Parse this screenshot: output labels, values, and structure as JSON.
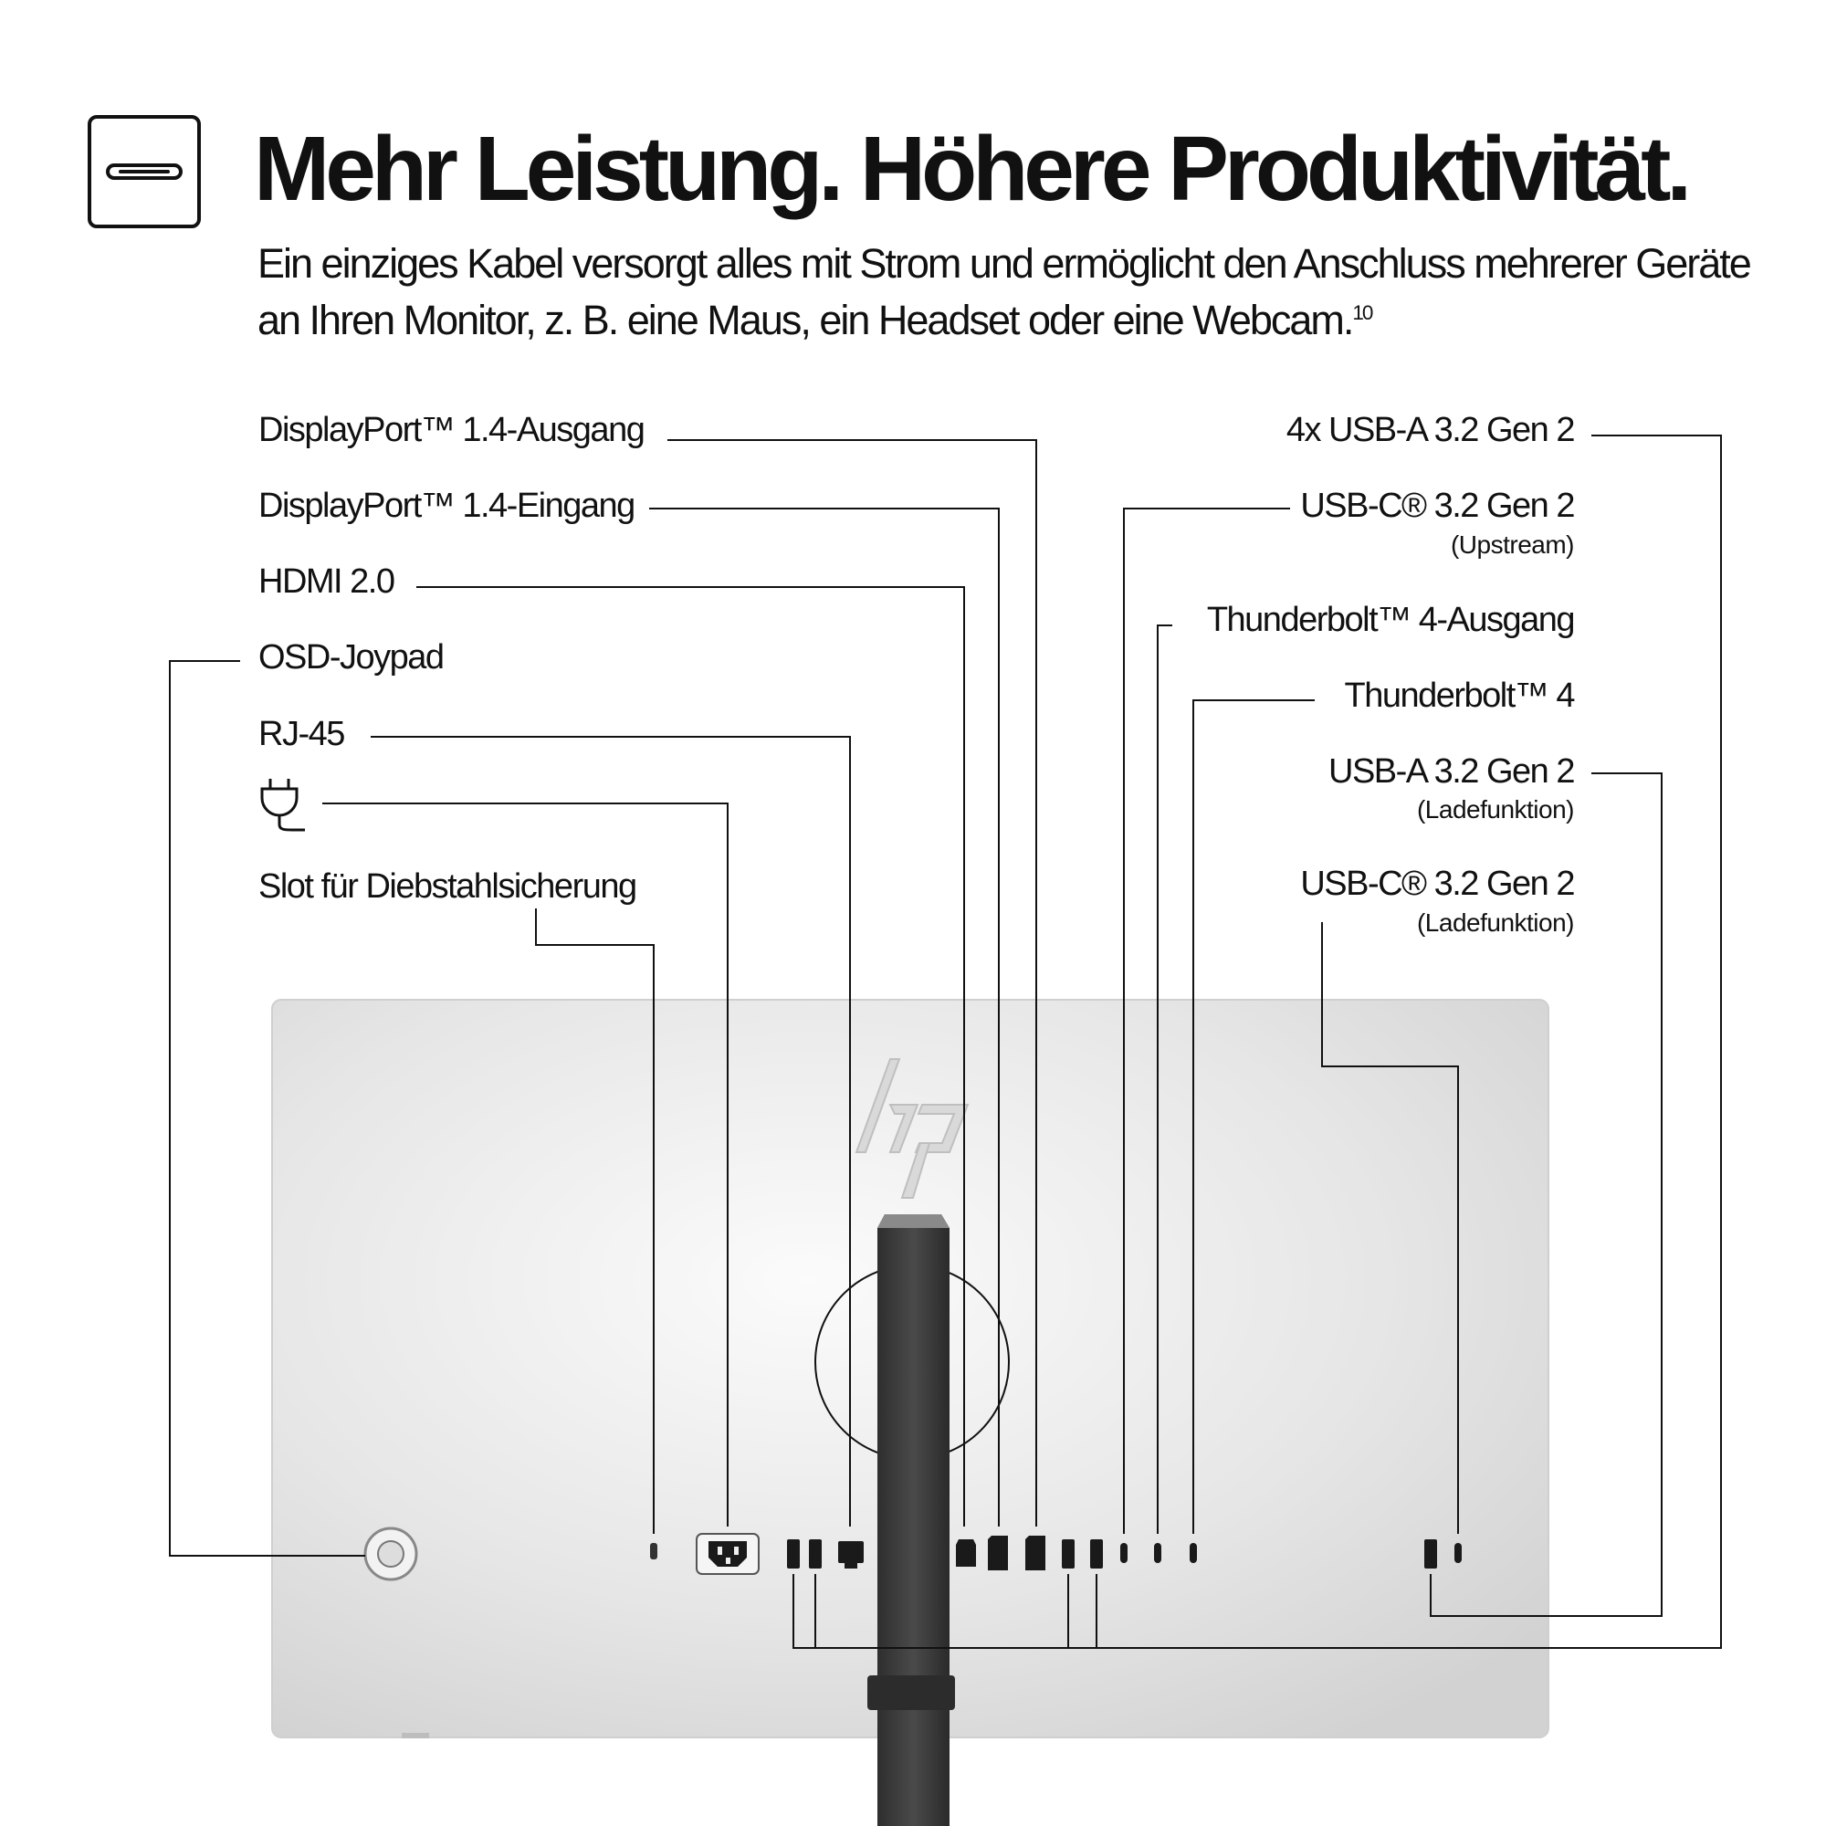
{
  "headline": "Mehr Leistung. Höhere Produktivität.",
  "subheadline": {
    "text": "Ein einziges Kabel versorgt alles mit Strom und ermöglicht den Anschluss mehrerer Geräte an Ihren Monitor, z. B. eine Maus, ein Headset oder eine Webcam.",
    "footnote": "10"
  },
  "icons": {
    "header_icon": "usb-c-port-icon",
    "power_icon": "power-plug-icon",
    "brand_logo": "hp-logo-icon"
  },
  "left_labels": [
    {
      "text": "DisplayPort™ 1.4-Ausgang"
    },
    {
      "text": "DisplayPort™ 1.4-Eingang"
    },
    {
      "text": "HDMI 2.0"
    },
    {
      "text": "OSD-Joypad"
    },
    {
      "text": "RJ-45"
    },
    {
      "text": "Slot für Diebstahlsicherung"
    }
  ],
  "right_labels": [
    {
      "text": "4x USB-A 3.2 Gen 2",
      "sub": ""
    },
    {
      "text": "USB-C® 3.2 Gen 2",
      "sub": "(Upstream)"
    },
    {
      "text": "Thunderbolt™ 4-Ausgang",
      "sub": ""
    },
    {
      "text": "Thunderbolt™ 4",
      "sub": ""
    },
    {
      "text": "USB-A 3.2 Gen 2",
      "sub": "(Ladefunktion)"
    },
    {
      "text": "USB-C® 3.2 Gen 2",
      "sub": "(Ladefunktion)"
    }
  ],
  "colors": {
    "text": "#111111",
    "monitor_back": "#e4e4e4",
    "stand": "#3a3a3a"
  }
}
